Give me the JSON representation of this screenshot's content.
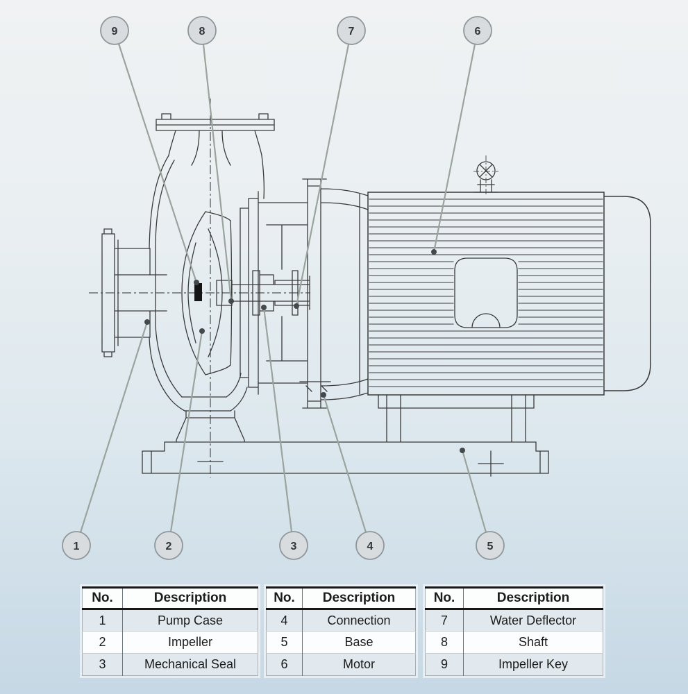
{
  "diagram_title": "Centrifugal pump cross-section with numbered parts",
  "colors": {
    "paper_top": "#f0f2f3",
    "paper_bottom": "#c6d8e5",
    "line": "#3a3a3a",
    "leader": "#9aa39d",
    "callout_fill": "#d8dcdf"
  },
  "callouts": [
    {
      "number": "1"
    },
    {
      "number": "2"
    },
    {
      "number": "3"
    },
    {
      "number": "4"
    },
    {
      "number": "5"
    },
    {
      "number": "6"
    },
    {
      "number": "7"
    },
    {
      "number": "8"
    },
    {
      "number": "9"
    }
  ],
  "tables": [
    {
      "headers": {
        "no": "No.",
        "description": "Description"
      },
      "rows": [
        {
          "no": "1",
          "description": "Pump Case"
        },
        {
          "no": "2",
          "description": "Impeller"
        },
        {
          "no": "3",
          "description": "Mechanical Seal"
        }
      ]
    },
    {
      "headers": {
        "no": "No.",
        "description": "Description"
      },
      "rows": [
        {
          "no": "4",
          "description": "Connection"
        },
        {
          "no": "5",
          "description": "Base"
        },
        {
          "no": "6",
          "description": "Motor"
        }
      ]
    },
    {
      "headers": {
        "no": "No.",
        "description": "Description"
      },
      "rows": [
        {
          "no": "7",
          "description": "Water Deflector"
        },
        {
          "no": "8",
          "description": "Shaft"
        },
        {
          "no": "9",
          "description": "Impeller Key"
        }
      ]
    }
  ]
}
